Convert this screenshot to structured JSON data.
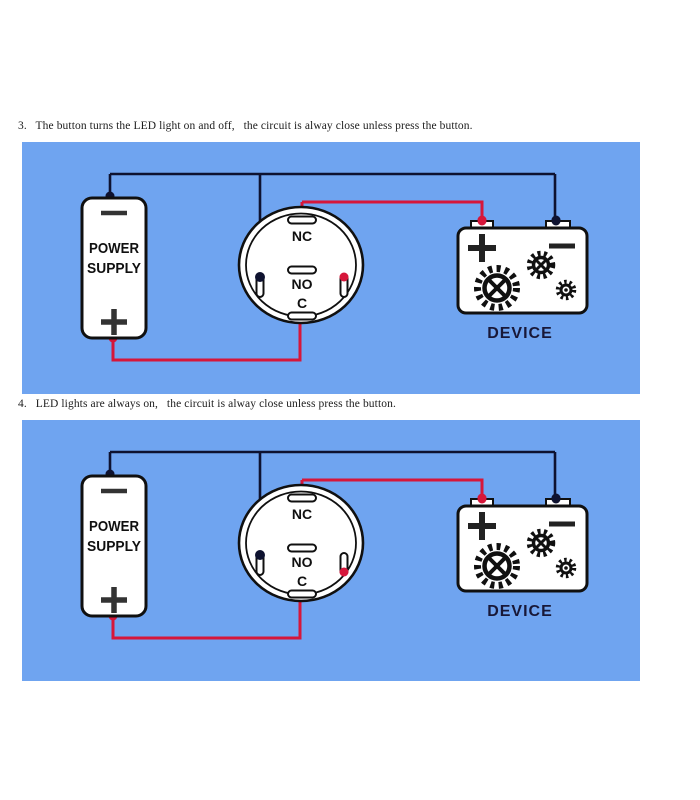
{
  "colors": {
    "panel_blue": "#6FA4F0",
    "wire_black": "#0E1230",
    "wire_red": "#D6163A",
    "component_fill": "#FFFFFF",
    "component_stroke": "#101010",
    "device_label_color": "#181838"
  },
  "sections": [
    {
      "number": "3",
      "caption": "3.   The button turns the LED light on and off,   the circuit is alway close unless press the button.",
      "diagram": {
        "power_supply": {
          "label_line1": "POWER",
          "label_line2": "SUPPLY",
          "top_terminal": "-",
          "bottom_terminal": "+"
        },
        "button": {
          "terminal_nc": "NC",
          "terminal_no": "NO",
          "terminal_c": "C",
          "led_link": "NC terminal to LED terminal"
        },
        "device": {
          "label": "DEVICE",
          "left_terminal": "+",
          "right_terminal": "-"
        }
      }
    },
    {
      "number": "4",
      "caption": "4.   LED lights are always on,   the circuit is alway close unless press the button.",
      "diagram": {
        "power_supply": {
          "label_line1": "POWER",
          "label_line2": "SUPPLY",
          "top_terminal": "-",
          "bottom_terminal": "+"
        },
        "button": {
          "terminal_nc": "NC",
          "terminal_no": "NO",
          "terminal_c": "C",
          "led_link": "C terminal to LED terminal"
        },
        "device": {
          "label": "DEVICE",
          "left_terminal": "+",
          "right_terminal": "-"
        }
      }
    }
  ]
}
